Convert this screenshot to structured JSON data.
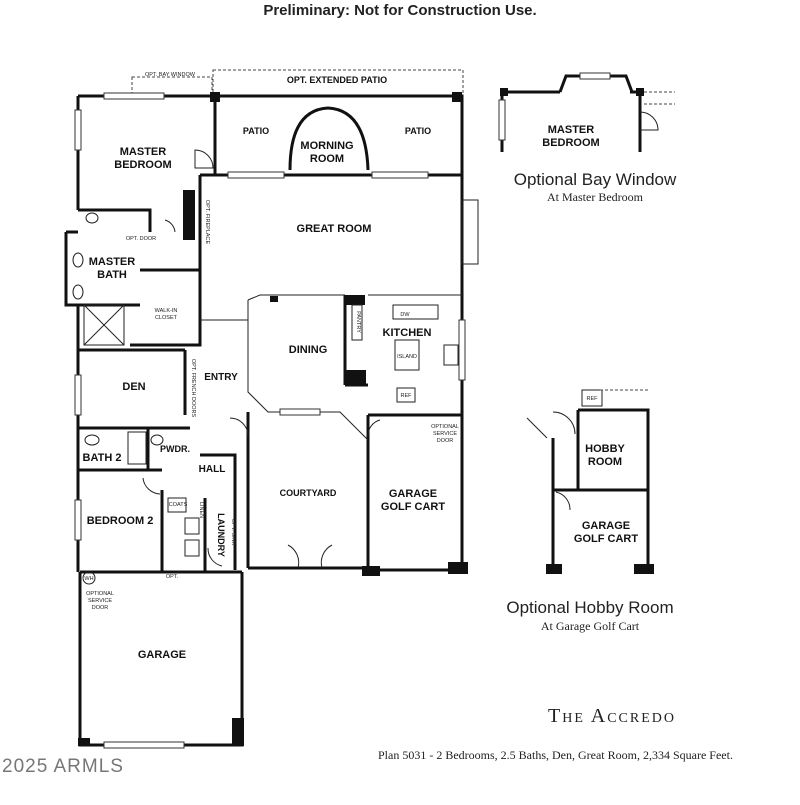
{
  "header": "Preliminary: Not for Construction Use.",
  "main_plan": {
    "rooms": {
      "opt_bay_window": "OPT. BAY WINDOW",
      "opt_extended_patio": "OPT. EXTENDED PATIO",
      "patio_left": "PATIO",
      "patio_right": "PATIO",
      "morning_room_1": "MORNING",
      "morning_room_2": "ROOM",
      "master_bedroom_1": "MASTER",
      "master_bedroom_2": "BEDROOM",
      "great_room": "GREAT ROOM",
      "opt_fireplace": "OPT. FIREPLACE",
      "opt_door": "OPT. DOOR",
      "master_bath_1": "MASTER",
      "master_bath_2": "BATH",
      "walk_in_closet_1": "WALK-IN",
      "walk_in_closet_2": "CLOSET",
      "dining": "DINING",
      "pantry": "PANTRY",
      "kitchen": "KITCHEN",
      "dw": "DW",
      "island": "ISLAND",
      "ref": "REF",
      "den": "DEN",
      "entry": "ENTRY",
      "opt_french_doors": "OPT. FRENCH DOORS",
      "bath_2": "BATH 2",
      "pwdr": "PWDR.",
      "hall": "HALL",
      "courtyard": "COURTYARD",
      "garage_golf_cart_1": "GARAGE",
      "garage_golf_cart_2": "GOLF CART",
      "optional_service_door_1": "OPTIONAL",
      "optional_service_door_2": "SERVICE",
      "optional_service_door_3": "DOOR",
      "bedroom_2": "BEDROOM 2",
      "coats": "COATS",
      "laundry": "LAUNDRY",
      "opt_sink": "OPT. SINK",
      "linen": "LINEN",
      "wh": "WH",
      "opt": "OPT.",
      "garage_opt_service_1": "OPTIONAL",
      "garage_opt_service_2": "SERVICE",
      "garage_opt_service_3": "DOOR",
      "garage": "GARAGE"
    }
  },
  "bay_option": {
    "room_1": "MASTER",
    "room_2": "BEDROOM",
    "title": "Optional Bay Window",
    "subtitle": "At Master Bedroom"
  },
  "hobby_option": {
    "ref": "REF",
    "hobby_1": "HOBBY",
    "hobby_2": "ROOM",
    "garage_1": "GARAGE",
    "garage_2": "GOLF CART",
    "title": "Optional Hobby Room",
    "subtitle": "At Garage Golf Cart"
  },
  "brand": "The Accredo",
  "plan_info": "Plan 5031 - 2 Bedrooms, 2.5 Baths, Den, Great Room, 2,334 Square Feet.",
  "watermark": "2025 ARMLS"
}
